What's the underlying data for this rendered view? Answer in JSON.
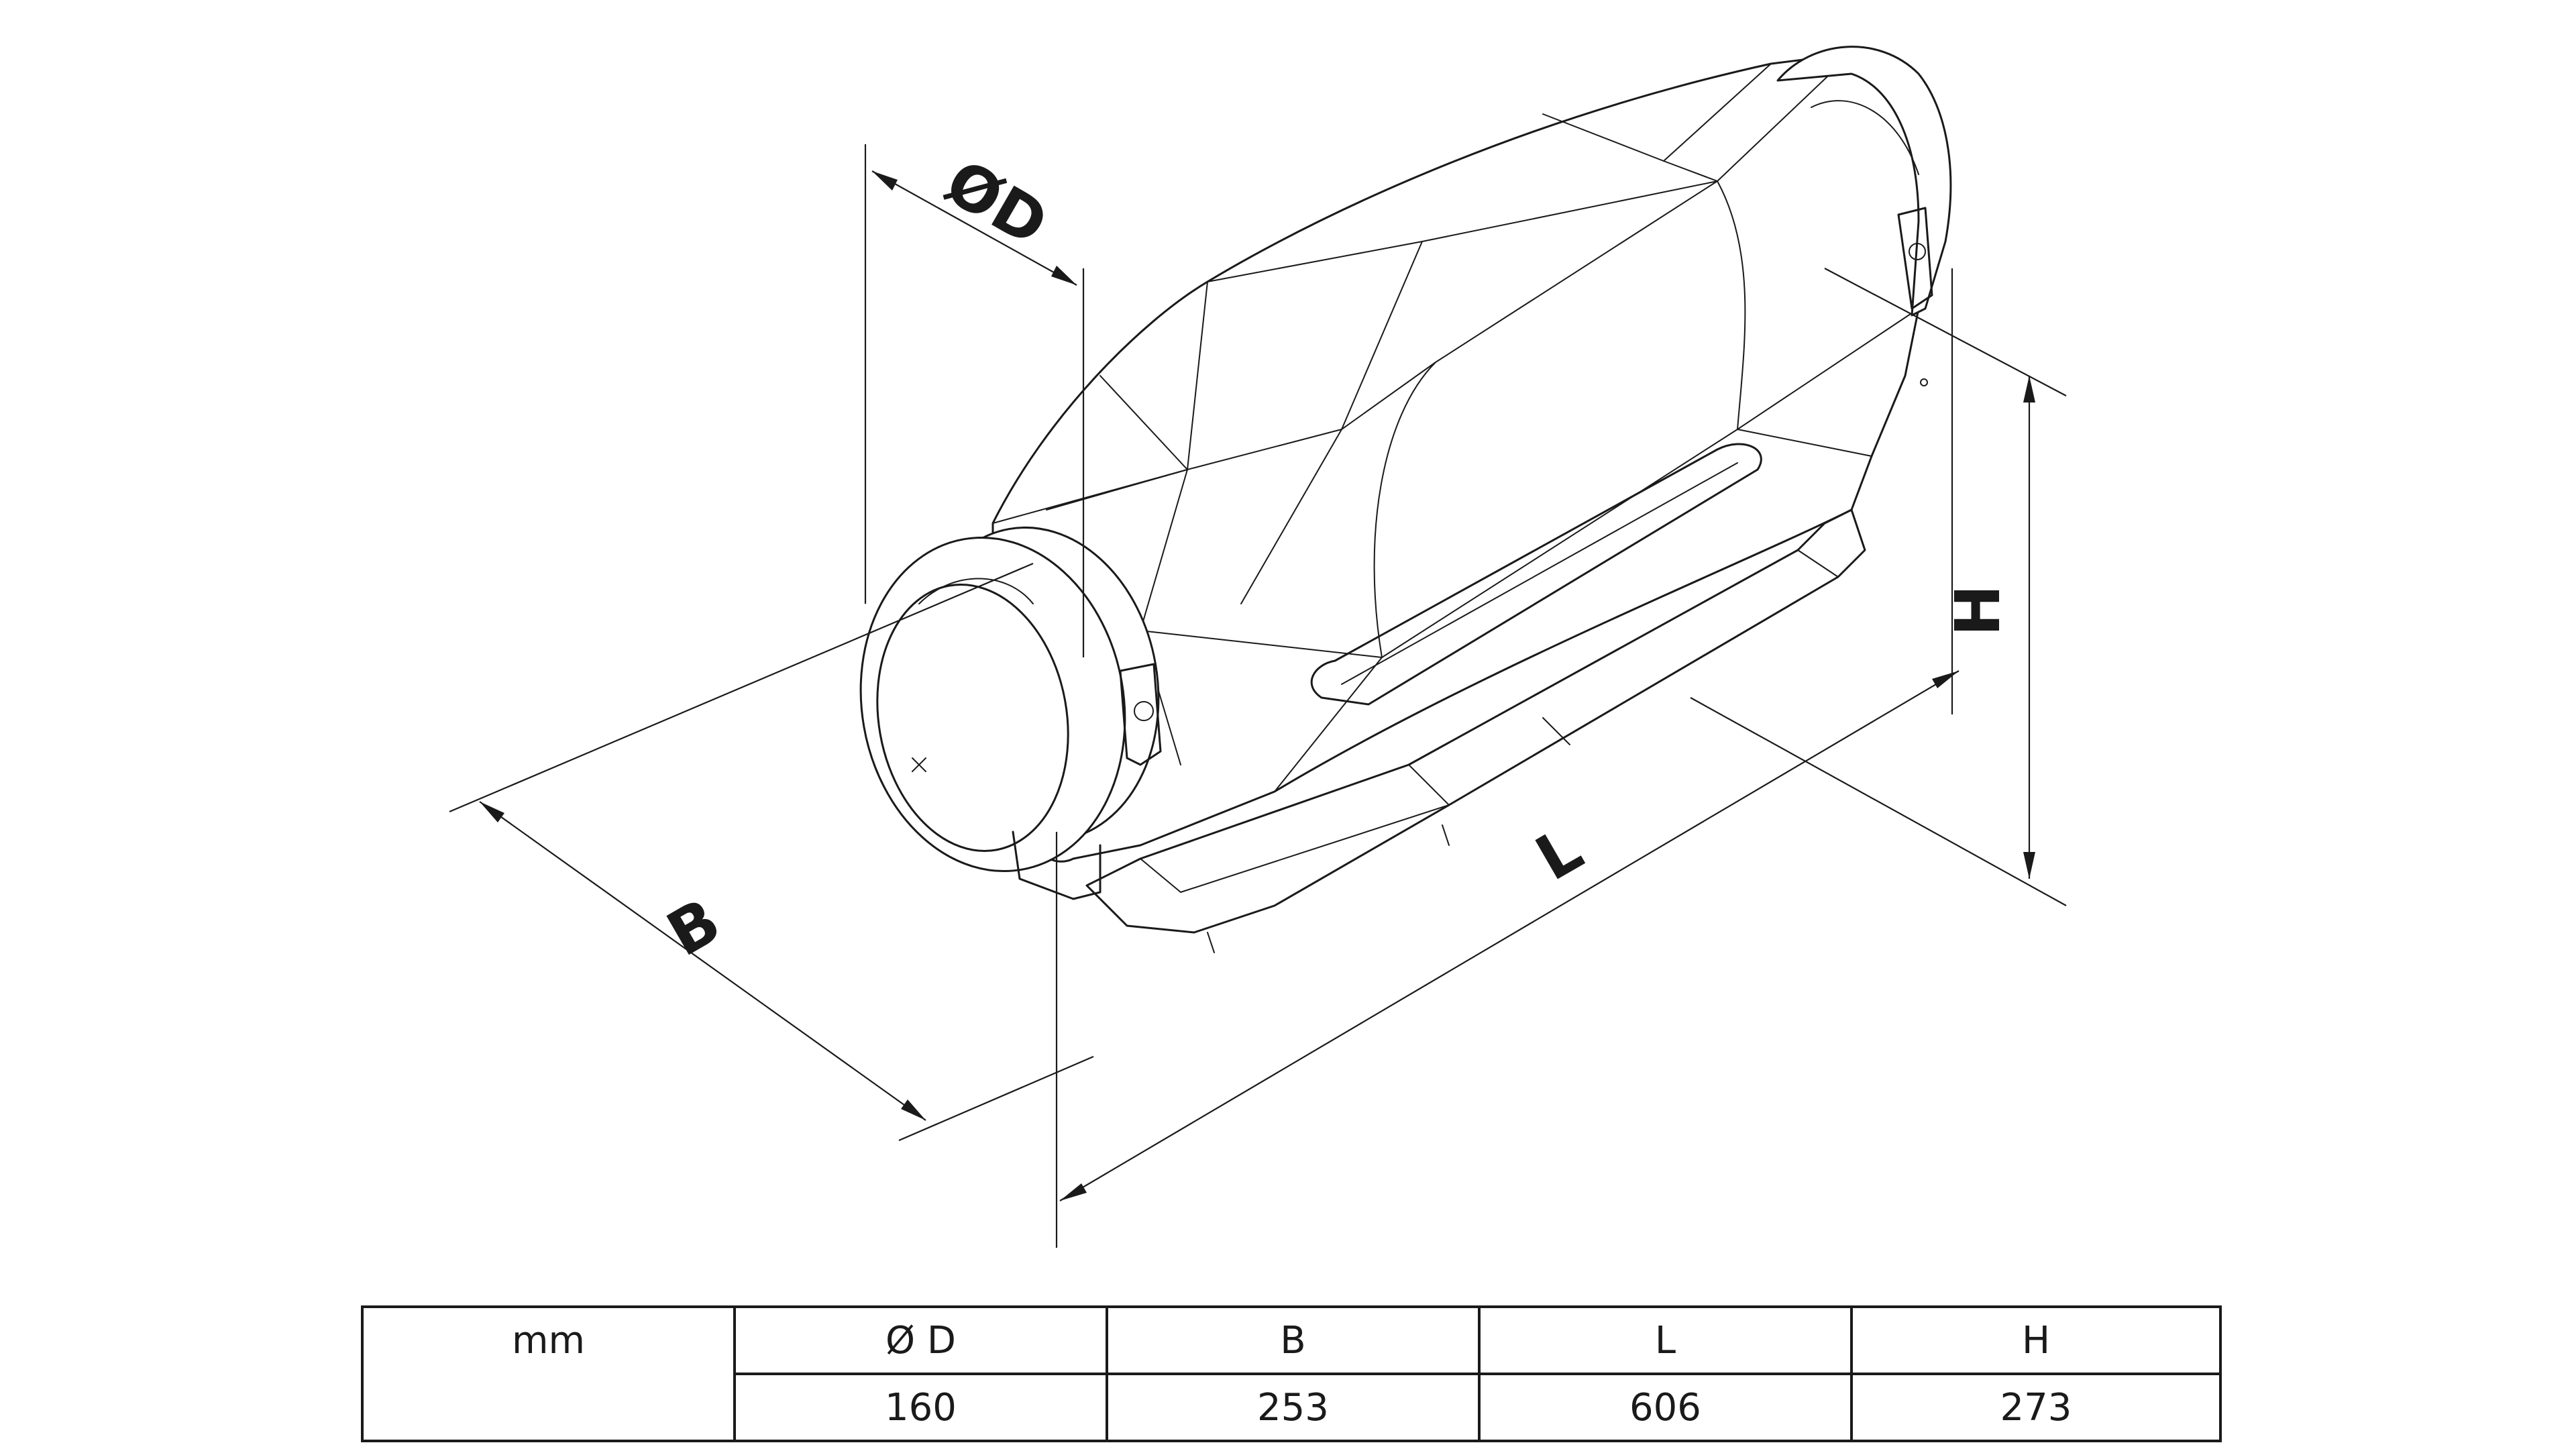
{
  "dimension_labels": {
    "diameter": "ØD",
    "width": "B",
    "length": "L",
    "height": "H"
  },
  "table": {
    "unit": "mm",
    "headers": [
      "Ø D",
      "B",
      "L",
      "H"
    ],
    "values": [
      "160",
      "253",
      "606",
      "273"
    ]
  }
}
